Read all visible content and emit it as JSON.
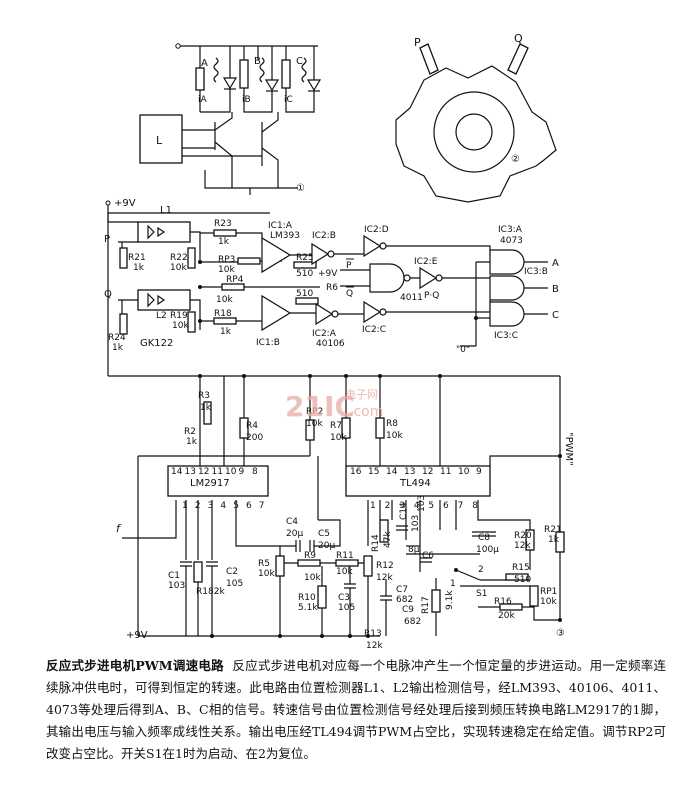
{
  "caption": {
    "title": "反应式步进电机PWM调速电路",
    "body": "反应式步进电机对应每一个电脉冲产生一个恒定量的步进运动。用一定频率连续脉冲供电时，可得到恒定的转速。此电路由位置检测器L1、L2输出检测信号，经LM393、40106、4011、4073等处理后得到A、B、C相的信号。转速信号由位置检测信号经处理后接到频压转换电路LM2917的1脚，其输出电压与输入频率成线性关系。输出电压经TL494调节PWM占空比，实现转速稳定在给定值。调节RP2可改变占空比。开关S1在1时为启动、在2为复位。"
  },
  "watermark": {
    "main": "21IC",
    "sub": "电子网",
    "url": ".com"
  },
  "fig1": {
    "phase_a": "A",
    "phase_b": "B",
    "phase_c": "C",
    "current_a": "iA",
    "current_b": "iB",
    "current_c": "iC",
    "box_l": "L",
    "label": "①"
  },
  "fig2": {
    "p": "P",
    "q": "Q",
    "label": "②"
  },
  "fig3": {
    "label": "③",
    "supply": "+9V",
    "supply2": "+9V",
    "l1": "L1",
    "l2": "L2",
    "gk": "GK122",
    "p_in": "P",
    "q_in": "Q",
    "r21": "R21",
    "r21v": "1k",
    "r22": "R22",
    "r22v": "10k",
    "r23": "R23",
    "r23v": "1k",
    "rp3": "RP3",
    "rp3v": "10k",
    "rp4": "RP4",
    "rp4v": "10k",
    "r25": "R25",
    "r25v": "510",
    "r6": "R6",
    "r510": "510",
    "r19": "R19",
    "r19v": "10k",
    "r18": "R18",
    "r18v": "1k",
    "r24": "R24",
    "r24v": "1k",
    "ic1a": "IC1:A",
    "lm393": "LM393",
    "ic1b": "IC1:B",
    "ic2b": "IC2:B",
    "ic2a": "IC2:A",
    "cd40106": "40106",
    "ic2d": "IC2:D",
    "ic2c": "IC2:C",
    "ic2e": "IC2:E",
    "cd4011": "4011",
    "ic3a": "IC3:A",
    "cd4073": "4073",
    "ic3b": "IC3:B",
    "ic3c": "IC3:C",
    "pbar": "P",
    "qbar": "Q",
    "pq": "P·Q",
    "out_a": "A",
    "out_b": "B",
    "out_c": "C",
    "zero": "\"0\"",
    "pwm": "\"PWM\"",
    "r3": "R3",
    "r3v": "1k",
    "r2": "R2",
    "r2v": "1k",
    "r4": "R4",
    "r4v": "200",
    "lm2917": "LM2917",
    "lm_top": [
      "14",
      "13",
      "12",
      "11",
      "10",
      "9",
      "8"
    ],
    "lm_bot": [
      "1",
      "2",
      "3",
      "4",
      "5",
      "6",
      "7"
    ],
    "f_in": "f",
    "c1": "C1",
    "c1v": "103",
    "r1": "R1",
    "r1v": "82k",
    "c2": "C2",
    "c2v": "105",
    "c4": "C4",
    "c4v": "20μ",
    "c5": "C5",
    "c5v": "20μ",
    "r5": "R5",
    "r5v": "10k",
    "r9": "R9",
    "r9v": "10k",
    "r10": "R10",
    "r10v": "5.1k",
    "r11": "R11",
    "r11v": "10k",
    "c3": "C3",
    "c3v": "105",
    "rp2": "RP2",
    "rp2v": "10k",
    "r7": "R7",
    "r7v": "10k",
    "r8": "R8",
    "r8v": "10k",
    "tl494": "TL494",
    "tl_top": [
      "16",
      "15",
      "14",
      "13",
      "12",
      "11",
      "10",
      "9"
    ],
    "tl_bot": [
      "1",
      "2",
      "3",
      "4",
      "5",
      "6",
      "7",
      "8"
    ],
    "r14": "R14",
    "r14v": "47k",
    "c14": "C14",
    "c14v": "103",
    "c6": "C6",
    "c6v": "8μ",
    "r12": "R12",
    "r12v": "12k",
    "c7": "C7",
    "c7v": "682",
    "c9": "C9",
    "c9v": "682",
    "r13": "R13",
    "r13v": "12k",
    "r17": "R17",
    "r17v": "9.1k",
    "s1": "S1",
    "s1_1": "1",
    "s1_2": "2",
    "c8": "C8",
    "c8v": "100μ",
    "r20": "R20",
    "r20v": "12k",
    "r21b": "R21",
    "r21bv": "1k",
    "r15": "R15",
    "r15v": "510",
    "rp1": "RP1",
    "rp1v": "10k",
    "r16": "R16",
    "r16v": "20k",
    "pin_labels": [
      "1",
      "2",
      "3",
      "4",
      "5",
      "6",
      "7",
      "8",
      "9",
      "10",
      "11",
      "12",
      "13"
    ],
    "vcc": "+9V"
  }
}
